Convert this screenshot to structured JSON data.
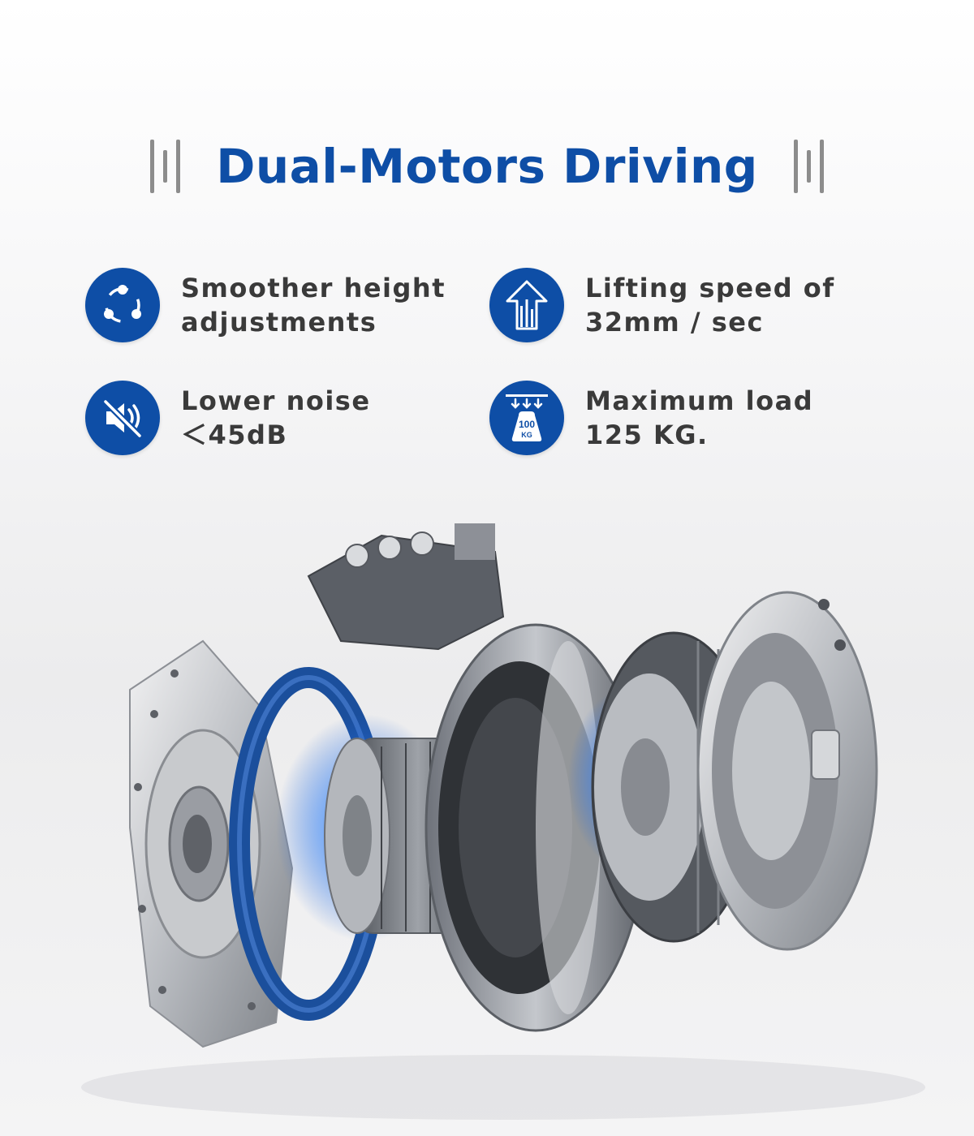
{
  "header": {
    "title": "Dual-Motors Driving"
  },
  "features": [
    {
      "icon": "share-cycle-icon",
      "line1": "Smoother height",
      "line2": "adjustments"
    },
    {
      "icon": "lift-arrow-icon",
      "line1": "Lifting speed of",
      "line2": "32mm / sec"
    },
    {
      "icon": "mute-speaker-icon",
      "line1": "Lower noise",
      "line2": "＜45dB"
    },
    {
      "icon": "weight-load-icon",
      "line1": "Maximum load",
      "line2": "125 KG.",
      "weight_label": "100",
      "weight_unit": "KG"
    }
  ],
  "colors": {
    "accent": "#0e4ea6",
    "text": "#3a3a3a",
    "divider": "#8c8c8c"
  },
  "illustration": {
    "subject": "exploded-motor-illustration"
  }
}
